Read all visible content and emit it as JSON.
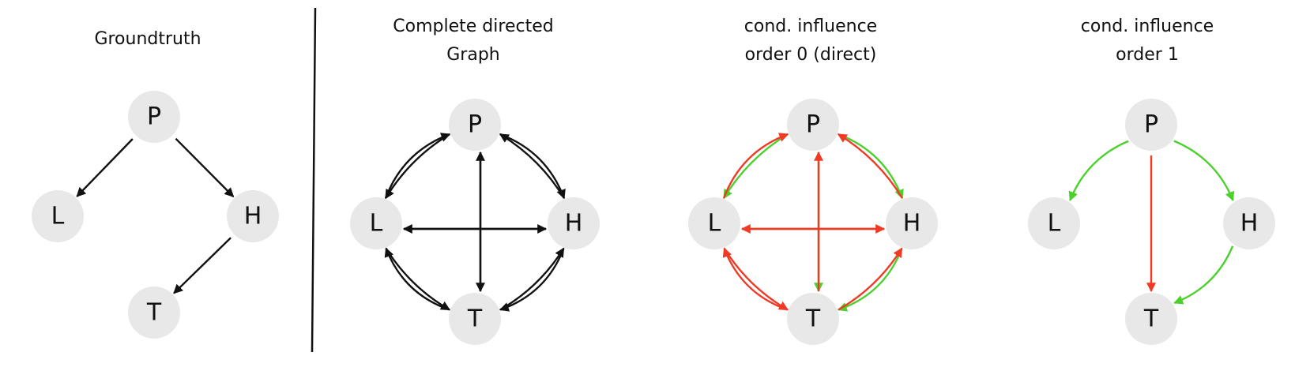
{
  "colors": {
    "black": "#111111",
    "red": "#f03a25",
    "green": "#4cd02d",
    "node_fill": "#e8e8e8"
  },
  "panels": [
    {
      "id": "groundtruth",
      "title_lines": [
        "Groundtruth"
      ],
      "nodes": [
        "P",
        "L",
        "H",
        "T"
      ],
      "edges": [
        {
          "from": "P",
          "to": "L",
          "color": "black"
        },
        {
          "from": "P",
          "to": "H",
          "color": "black"
        },
        {
          "from": "H",
          "to": "T",
          "color": "black"
        }
      ]
    },
    {
      "id": "complete",
      "title_lines": [
        "Complete directed",
        "Graph"
      ],
      "nodes": [
        "P",
        "L",
        "H",
        "T"
      ],
      "edges": [
        {
          "from": "P",
          "to": "L",
          "color": "black"
        },
        {
          "from": "L",
          "to": "P",
          "color": "black"
        },
        {
          "from": "P",
          "to": "H",
          "color": "black"
        },
        {
          "from": "H",
          "to": "P",
          "color": "black"
        },
        {
          "from": "P",
          "to": "T",
          "color": "black"
        },
        {
          "from": "T",
          "to": "P",
          "color": "black"
        },
        {
          "from": "L",
          "to": "H",
          "color": "black"
        },
        {
          "from": "H",
          "to": "L",
          "color": "black"
        },
        {
          "from": "L",
          "to": "T",
          "color": "black"
        },
        {
          "from": "T",
          "to": "L",
          "color": "black"
        },
        {
          "from": "H",
          "to": "T",
          "color": "black"
        },
        {
          "from": "T",
          "to": "H",
          "color": "black"
        }
      ]
    },
    {
      "id": "order0",
      "title_lines": [
        "cond. influence",
        "order 0 (direct)"
      ],
      "nodes": [
        "P",
        "L",
        "H",
        "T"
      ],
      "edges": [
        {
          "from": "P",
          "to": "L",
          "color": "green"
        },
        {
          "from": "L",
          "to": "P",
          "color": "red"
        },
        {
          "from": "P",
          "to": "H",
          "color": "green"
        },
        {
          "from": "H",
          "to": "P",
          "color": "red"
        },
        {
          "from": "P",
          "to": "T",
          "color": "green"
        },
        {
          "from": "T",
          "to": "P",
          "color": "red"
        },
        {
          "from": "L",
          "to": "H",
          "color": "red"
        },
        {
          "from": "H",
          "to": "L",
          "color": "red"
        },
        {
          "from": "L",
          "to": "T",
          "color": "red"
        },
        {
          "from": "T",
          "to": "L",
          "color": "red"
        },
        {
          "from": "H",
          "to": "T",
          "color": "green"
        },
        {
          "from": "T",
          "to": "H",
          "color": "red"
        }
      ]
    },
    {
      "id": "order1",
      "title_lines": [
        "cond. influence",
        "order 1"
      ],
      "nodes": [
        "P",
        "L",
        "H",
        "T"
      ],
      "edges": [
        {
          "from": "P",
          "to": "L",
          "color": "green"
        },
        {
          "from": "P",
          "to": "H",
          "color": "green"
        },
        {
          "from": "P",
          "to": "T",
          "color": "red"
        },
        {
          "from": "H",
          "to": "T",
          "color": "green"
        }
      ]
    }
  ]
}
